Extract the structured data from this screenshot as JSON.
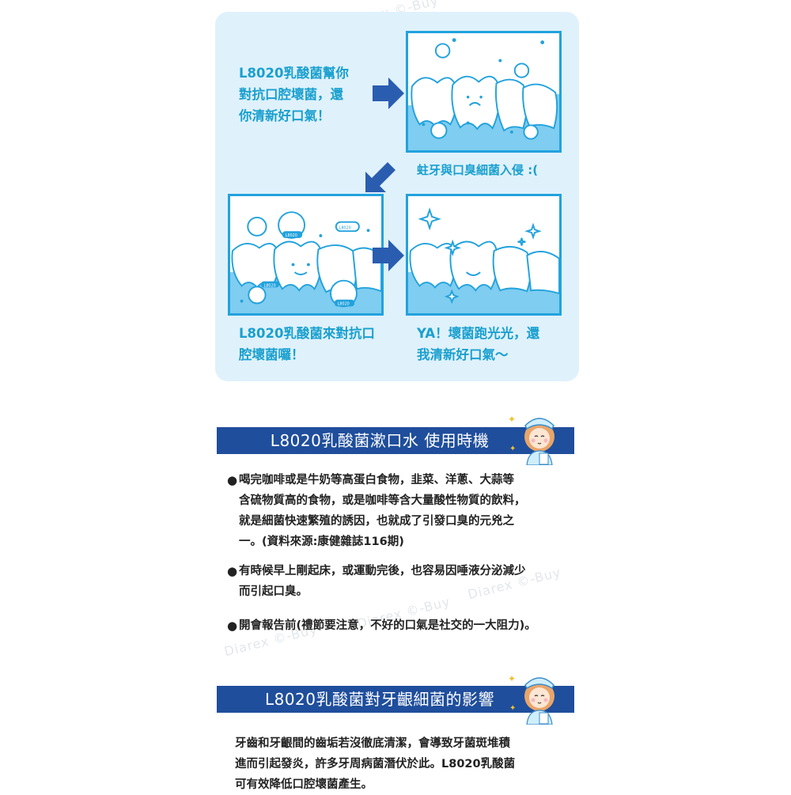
{
  "watermark": "Diarex ©-Buy",
  "infographic": {
    "intro_caption": [
      "L8020乳酸菌幫你",
      "對抗口腔壞菌，還",
      "你清新好口氣！"
    ],
    "panel1_caption": "蛀牙與口臭細菌入侵 :(",
    "panel2_caption": [
      "L8020乳酸菌來對抗口",
      "腔壞菌囉！"
    ],
    "panel3_caption": [
      "YA！壞菌跑光光，還",
      "我清新好口氣～"
    ],
    "bacteria_label": "L8020",
    "colors": {
      "card_bg": "#dff1fb",
      "caption": "#1aa0cf",
      "panel_border": "#22a2dd",
      "arrow": "#2a5db0",
      "water": "#7fcdf0"
    }
  },
  "section1": {
    "title": "L8020乳酸菌漱口水  使用時機",
    "bullets": [
      {
        "symbol": "●",
        "lines": [
          "喝完咖啡或是牛奶等高蛋白食物，韭菜、洋蔥、大蒜等",
          "含硫物質高的食物，或是咖啡等含大量酸性物質的飲料，",
          "就是細菌快速繁殖的誘因，也就成了引發口臭的元兇之",
          "一。(資料來源:康健雜誌116期)"
        ]
      },
      {
        "symbol": "●",
        "lines": [
          "有時候早上剛起床，或運動完後，也容易因唾液分泌減少",
          "而引起口臭。"
        ]
      },
      {
        "symbol": "●",
        "lines": [
          "開會報告前(禮節要注意，不好的口氣是社交的一大阻力)。"
        ]
      }
    ]
  },
  "section2": {
    "title": "L8020乳酸菌對牙齦細菌的影響",
    "lines": [
      "牙齒和牙齦間的齒垢若沒徹底清潔，會導致牙菌斑堆積",
      "進而引起發炎，許多牙周病菌潛伏於此。L8020乳酸菌",
      "可有效降低口腔壞菌產生。"
    ]
  },
  "colors": {
    "banner": "#1f4e9c",
    "body_text": "#222222"
  }
}
